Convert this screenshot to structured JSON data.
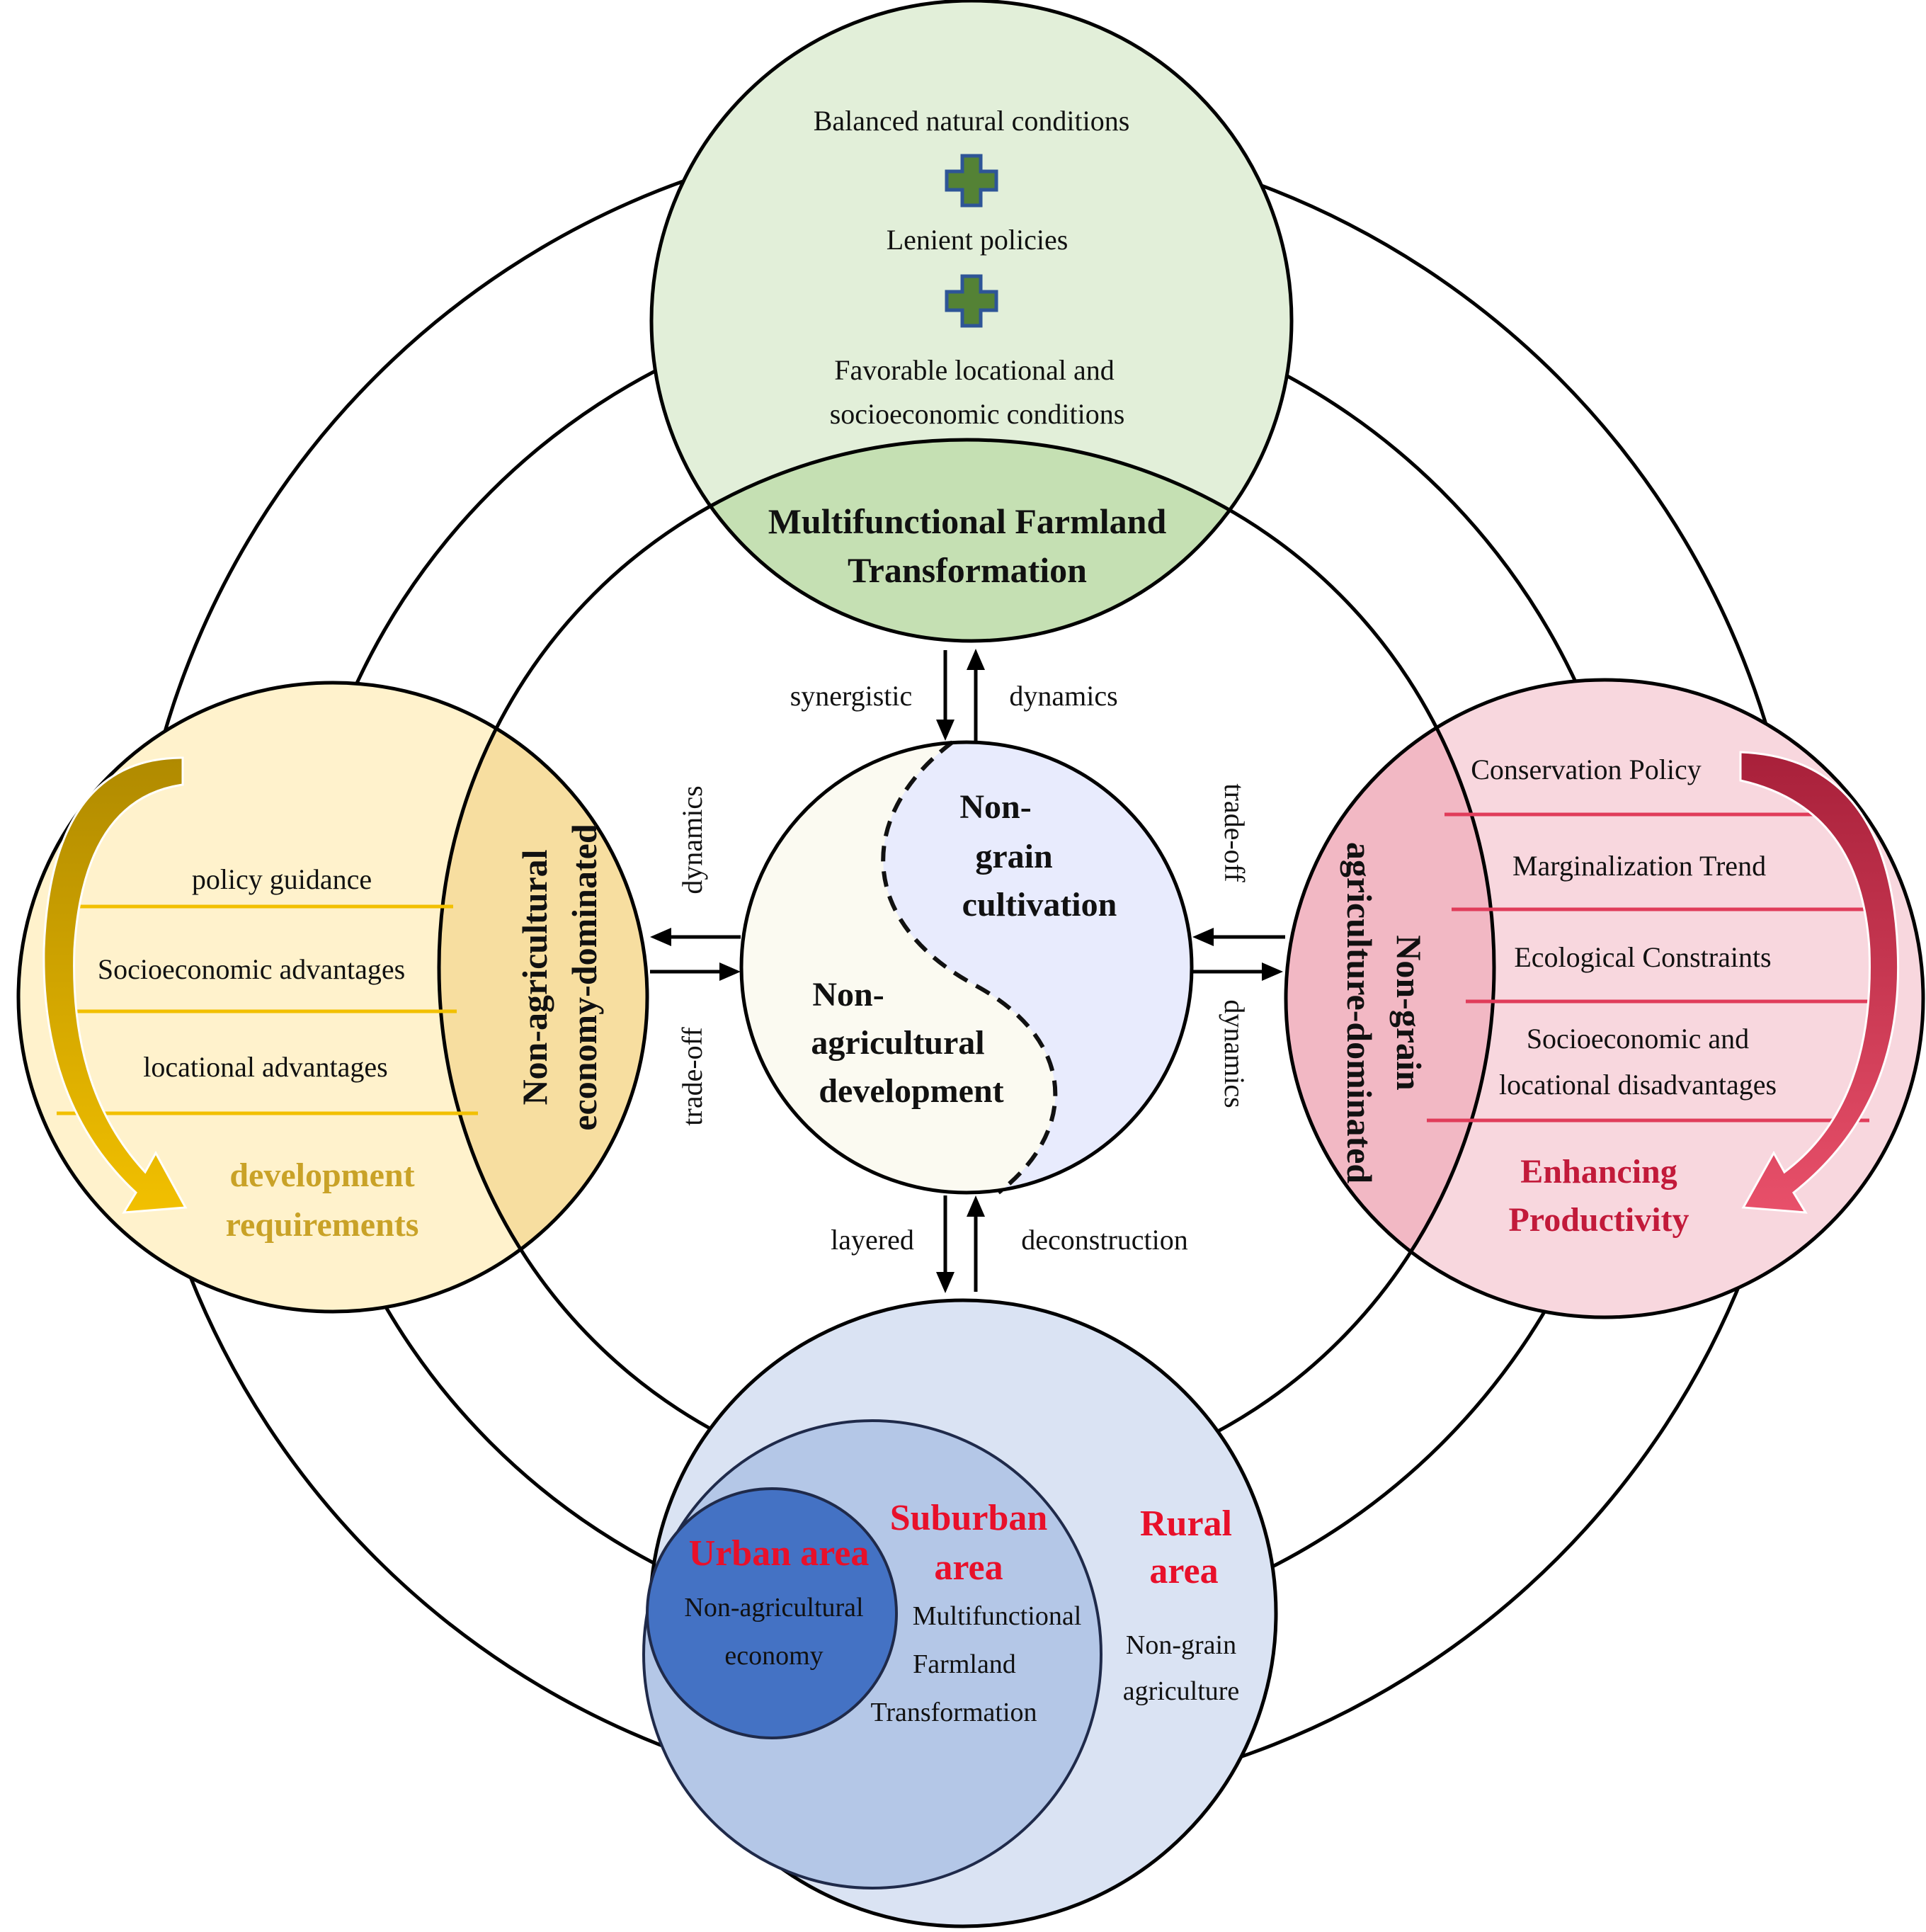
{
  "top": {
    "items": [
      "Balanced natural conditions",
      "Lenient policies"
    ],
    "favorable_line1": "Favorable locational and",
    "favorable_line2": "socioeconomic conditions",
    "title_line1": "Multifunctional Farmland",
    "title_line2": "Transformation",
    "plus_icon": "plus-icon",
    "colors": {
      "fill": "#e2efd9",
      "band": "#c5e0b3",
      "plus_fill": "#548235",
      "plus_stroke": "#2e5597"
    }
  },
  "left": {
    "items": [
      "policy guidance",
      "Socioeconomic advantages",
      "locational advantages"
    ],
    "result_line1": "development",
    "result_line2": "requirements",
    "title_line1": "Non-agricultural",
    "title_line2": "economy-dominated",
    "colors": {
      "fill": "#fff2cc",
      "band": "#f7dea0",
      "line": "#f2c000",
      "text": "#c9a227"
    }
  },
  "right": {
    "items": [
      "Conservation Policy",
      "Marginalization Trend",
      "Ecological Constraints"
    ],
    "last_line1": "Socioeconomic and",
    "last_line2": "locational disadvantages",
    "result_line1": "Enhancing",
    "result_line2": "Productivity",
    "title_line1": "Non-grain",
    "title_line2": "agriculture-dominated",
    "colors": {
      "fill": "#f8d7de",
      "band": "#f2b8c4",
      "line": "#e03c5a",
      "text": "#c21a3a"
    }
  },
  "bottom": {
    "urban_title": "Urban area",
    "urban_line1": "Non-agricultural",
    "urban_line2": "economy",
    "suburban_title1": "Suburban",
    "suburban_title2": "area",
    "suburban_line1": "Multifunctional",
    "suburban_line2": "Farmland",
    "suburban_line3": "Transformation",
    "rural_title1": "Rural",
    "rural_title2": "area",
    "rural_line1": "Non-grain",
    "rural_line2": "agriculture",
    "colors": {
      "outer": "#dae3f3",
      "mid": "#b4c7e7",
      "inner": "#4472c4",
      "label": "#e8102a"
    }
  },
  "center": {
    "right_line1": "Non-",
    "right_line2": "grain",
    "right_line3": "cultivation",
    "left_line1": "Non-",
    "left_line2": "agricultural",
    "left_line3": "development",
    "colors": {
      "left": "#fbfaf1",
      "right": "#e8ebfd"
    }
  },
  "connectors": {
    "top_left": "synergistic",
    "top_right": "dynamics",
    "bottom_left": "layered",
    "bottom_right": "deconstruction",
    "left_upper": "dynamics",
    "left_lower": "trade-off",
    "right_upper": "trade-off",
    "right_lower": "dynamics"
  }
}
